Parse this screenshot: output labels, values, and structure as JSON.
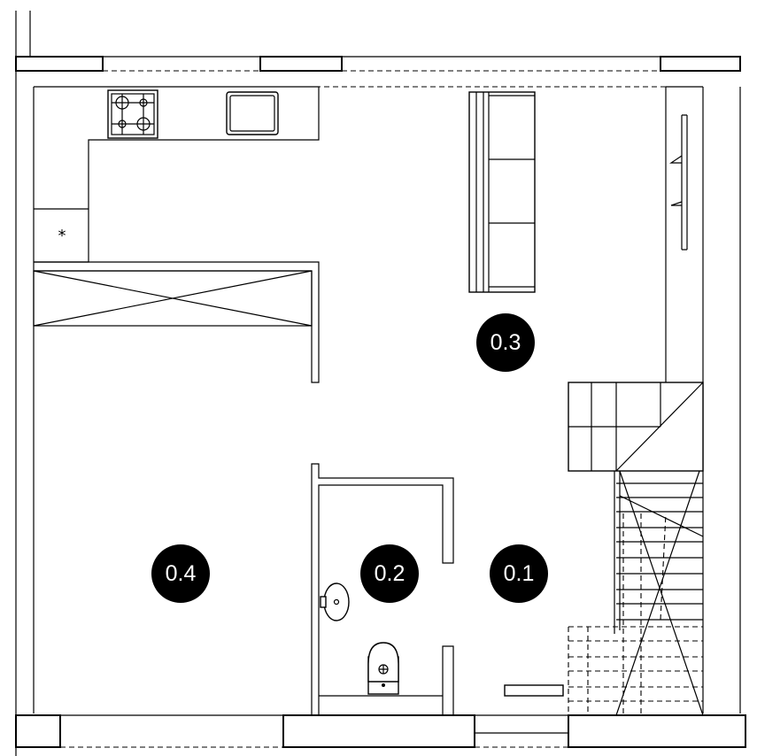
{
  "rooms": [
    {
      "id": "0.1",
      "label": "0.1"
    },
    {
      "id": "0.2",
      "label": "0.2"
    },
    {
      "id": "0.3",
      "label": "0.3"
    },
    {
      "id": "0.4",
      "label": "0.4"
    }
  ],
  "fixture_symbols": {
    "fridge_mark": "*"
  },
  "colors": {
    "line": "#000000",
    "background": "#ffffff",
    "marker_fill": "#000000",
    "marker_text": "#ffffff"
  }
}
